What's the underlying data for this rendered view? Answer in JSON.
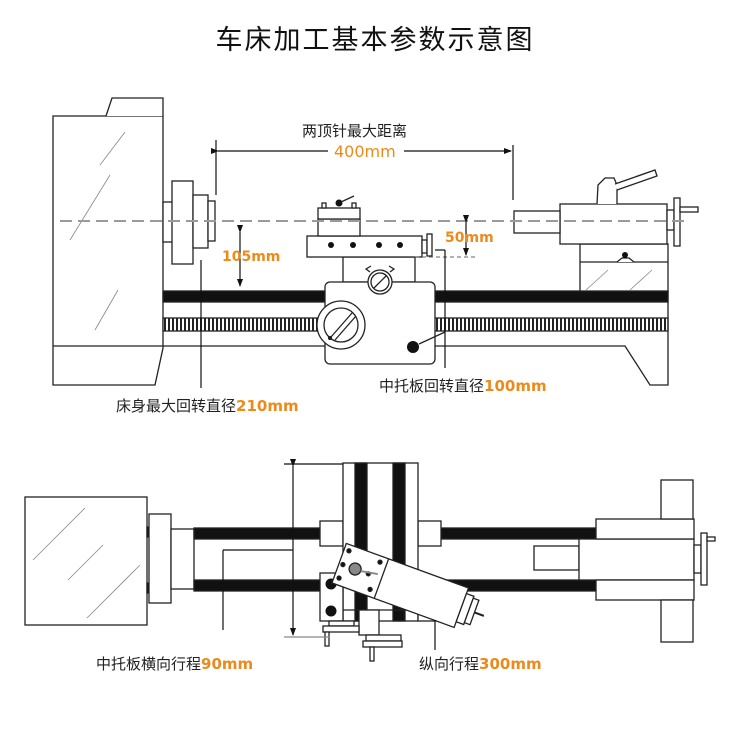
{
  "title": "车床加工基本参数示意图",
  "accent_color": "#ec8a1c",
  "side_view": {
    "center_distance": {
      "label": "两顶针最大距离",
      "value": "400mm"
    },
    "center_height": {
      "value": "105mm"
    },
    "tool_height": {
      "value": "50mm"
    },
    "swing_over_bed": {
      "label": "床身最大回转直径",
      "value": "210mm"
    },
    "swing_over_cross_slide": {
      "label": "中托板回转直径",
      "value": "100mm"
    }
  },
  "top_view": {
    "cross_slide_travel": {
      "label": "中托板横向行程",
      "value": "90mm"
    },
    "longitudinal_travel": {
      "label": "纵向行程",
      "value": "300mm"
    }
  }
}
